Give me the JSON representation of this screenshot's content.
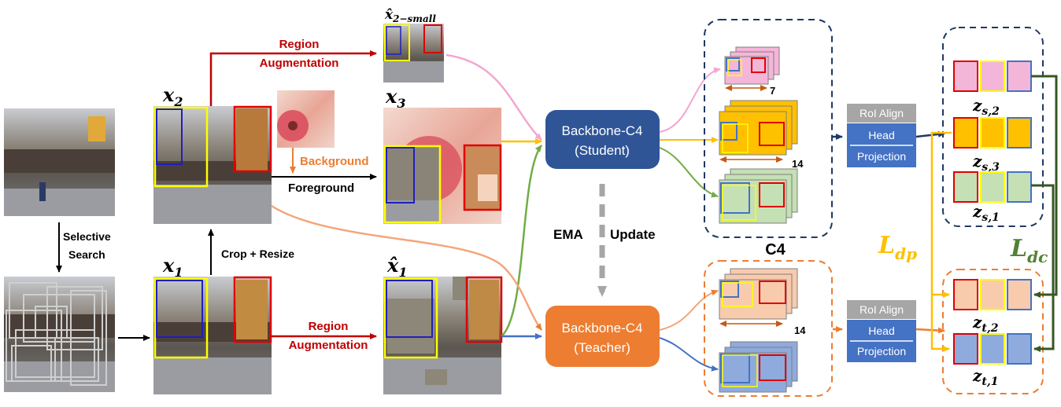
{
  "labels": {
    "selective_search": [
      "Selective",
      "Search"
    ],
    "crop_resize": "Crop + Resize",
    "region_aug_top": [
      "Region",
      "Augmentation"
    ],
    "region_aug_bottom": [
      "Region",
      "Augmentation"
    ],
    "background": "Background",
    "foreground": "Foreground",
    "ema_update": [
      "EMA",
      "Update"
    ],
    "c4": "C4"
  },
  "images": {
    "x2": "x",
    "x2_sub": "2",
    "x1": "x",
    "x1_sub": "1",
    "x3": "x",
    "x3_sub": "3",
    "x1_hat": "x̂",
    "x1_hat_sub": "1",
    "x2_small": "x̂",
    "x2_small_sub": "2−small"
  },
  "nodes": {
    "student": [
      "Backbone-C4",
      "(Student)"
    ],
    "teacher": [
      "Backbone-C4",
      "(Teacher)"
    ]
  },
  "heads": {
    "roi_align": "RoI Align",
    "head": "Head",
    "projection": "Projection"
  },
  "feature_sizes": {
    "small": "7",
    "large_student": "14",
    "large_teacher": "14"
  },
  "z_labels": {
    "zs2": "z",
    "zs2_sub": "s,2",
    "zs3": "z",
    "zs3_sub": "s,3",
    "zs1": "z",
    "zs1_sub": "s,1",
    "zt2": "z",
    "zt2_sub": "t,2",
    "zt1": "z",
    "zt1_sub": "t,1"
  },
  "losses": {
    "ldp": "L",
    "ldp_sub": "dp",
    "ldc": "L",
    "ldc_sub": "dc"
  },
  "colors": {
    "student": "#2f5597",
    "teacher": "#ed7d31",
    "roi": "#a6a6a6",
    "head": "#4472c4",
    "pink": "#f4b6d8",
    "gold": "#ffc000",
    "green": "#c5e0b4",
    "peach": "#f8cbad",
    "blue": "#8faadc",
    "red_arrow": "#c00000",
    "ldp": "#ffc000",
    "ldc": "#548235"
  }
}
